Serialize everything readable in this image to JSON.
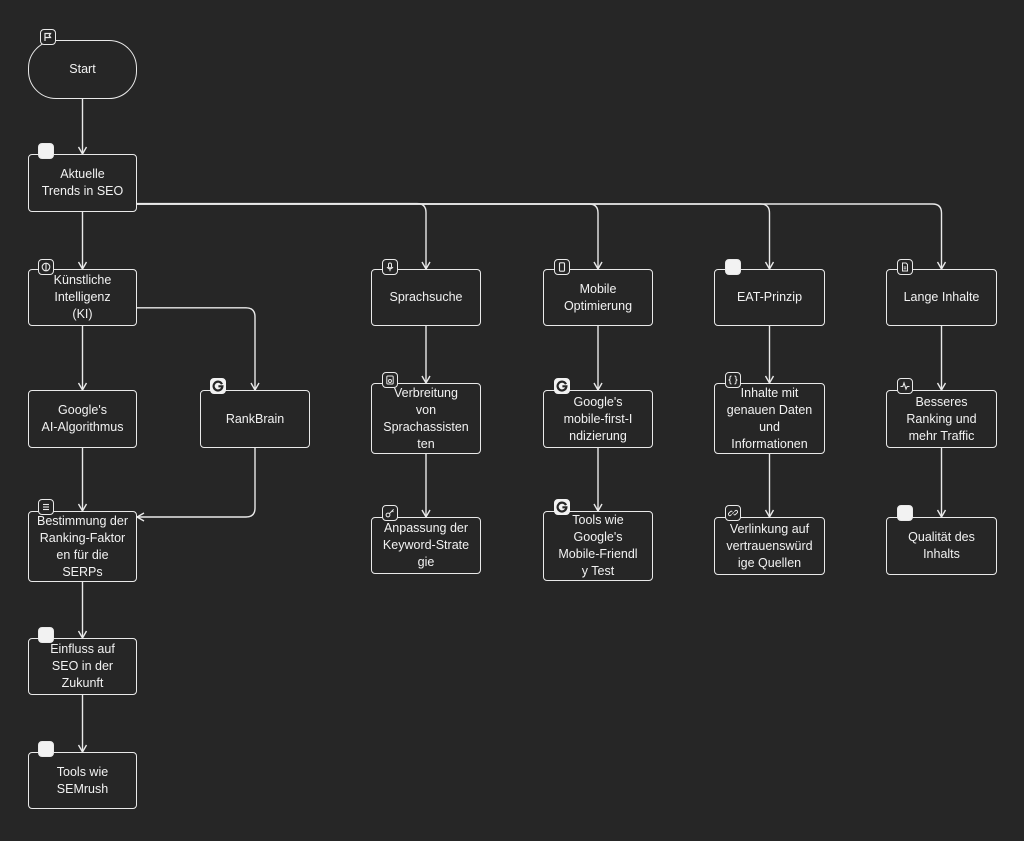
{
  "colors": {
    "background": "#262626",
    "stroke": "#e9e9e9",
    "text": "#f2f2f2"
  },
  "nodes": {
    "start": {
      "label": "Start",
      "icon": "flag-icon"
    },
    "trends": {
      "label": "Aktuelle\nTrends in SEO",
      "icon": "square-icon"
    },
    "ki": {
      "label": "Künstliche\nIntelligenz\n(KI)",
      "icon": "brain-icon"
    },
    "sprachsuche": {
      "label": "Sprachsuche",
      "icon": "microphone-icon"
    },
    "mobile": {
      "label": "Mobile\nOptimierung",
      "icon": "smartphone-icon"
    },
    "eat": {
      "label": "EAT-Prinzip",
      "icon": "square-icon"
    },
    "lange": {
      "label": "Lange Inhalte",
      "icon": "document-icon"
    },
    "google_ai": {
      "label": "Google's\nAI-Algorithmus",
      "icon": ""
    },
    "rankbrain": {
      "label": "RankBrain",
      "icon": "google-icon"
    },
    "sprachassist": {
      "label": "Verbreitung\nvon\nSprachassisten\nten",
      "icon": "speaker-icon"
    },
    "mobile_first": {
      "label": "Google's\nmobile-first-I\nndizierung",
      "icon": "google-icon"
    },
    "inhalte_daten": {
      "label": "Inhalte mit\ngenauen Daten\nund\nInformationen",
      "icon": "code-braces-icon"
    },
    "ranking_traffic": {
      "label": "Besseres\nRanking und\nmehr Traffic",
      "icon": "activity-icon"
    },
    "bestimmung": {
      "label": "Bestimmung der\nRanking-Faktor\nen für die\nSERPs",
      "icon": "list-icon"
    },
    "keyword": {
      "label": "Anpassung der\nKeyword-Strate\ngie",
      "icon": "key-icon"
    },
    "tools_mobile": {
      "label": "Tools wie\nGoogle's\nMobile-Friendl\ny Test",
      "icon": "google-icon"
    },
    "verlinkung": {
      "label": "Verlinkung auf\nvertrauenswürd\nige Quellen",
      "icon": "link-icon"
    },
    "qualitaet": {
      "label": "Qualität des\nInhalts",
      "icon": "square-icon"
    },
    "einfluss": {
      "label": "Einfluss auf\nSEO in der\nZukunft",
      "icon": "square-icon"
    },
    "semrush": {
      "label": "Tools wie\nSEMrush",
      "icon": "square-icon"
    }
  },
  "edges": [
    [
      "start",
      "trends"
    ],
    [
      "trends",
      "ki"
    ],
    [
      "trends",
      "sprachsuche"
    ],
    [
      "trends",
      "mobile"
    ],
    [
      "trends",
      "eat"
    ],
    [
      "trends",
      "lange"
    ],
    [
      "ki",
      "google_ai"
    ],
    [
      "ki",
      "rankbrain"
    ],
    [
      "google_ai",
      "bestimmung"
    ],
    [
      "rankbrain",
      "bestimmung"
    ],
    [
      "bestimmung",
      "einfluss"
    ],
    [
      "einfluss",
      "semrush"
    ],
    [
      "sprachsuche",
      "sprachassist"
    ],
    [
      "sprachassist",
      "keyword"
    ],
    [
      "mobile",
      "mobile_first"
    ],
    [
      "mobile_first",
      "tools_mobile"
    ],
    [
      "eat",
      "inhalte_daten"
    ],
    [
      "inhalte_daten",
      "verlinkung"
    ],
    [
      "lange",
      "ranking_traffic"
    ],
    [
      "ranking_traffic",
      "qualitaet"
    ]
  ]
}
